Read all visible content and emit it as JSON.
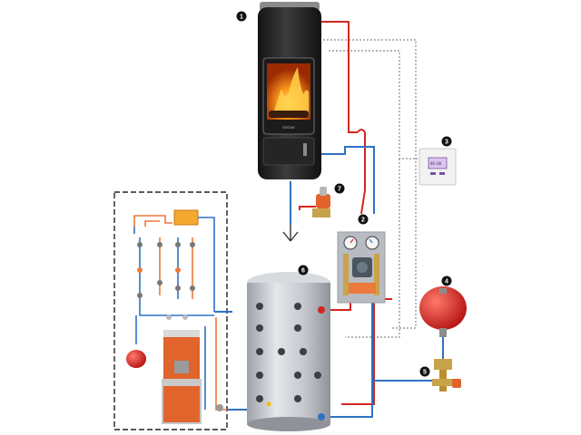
{
  "colors": {
    "hot": "#d2271e",
    "cold": "#2f72c4",
    "signal": "#8a8a8a",
    "stove_body": "#2b2b2b",
    "tank": "#c9ccd2",
    "expansion_vessel": "#e02a2a",
    "boiler_orange": "#e0642c",
    "pipe_orange": "#ec7a3a"
  },
  "callouts": [
    {
      "num": "1",
      "part": "stove"
    },
    {
      "num": "2",
      "part": "pump-station"
    },
    {
      "num": "3",
      "part": "controller"
    },
    {
      "num": "4",
      "part": "expansion-vessel"
    },
    {
      "num": "5",
      "part": "safety-valve-group"
    },
    {
      "num": "6",
      "part": "buffer-tank"
    },
    {
      "num": "7",
      "part": "safety-valve"
    }
  ],
  "stove": {
    "nameplate": "STOVE"
  }
}
